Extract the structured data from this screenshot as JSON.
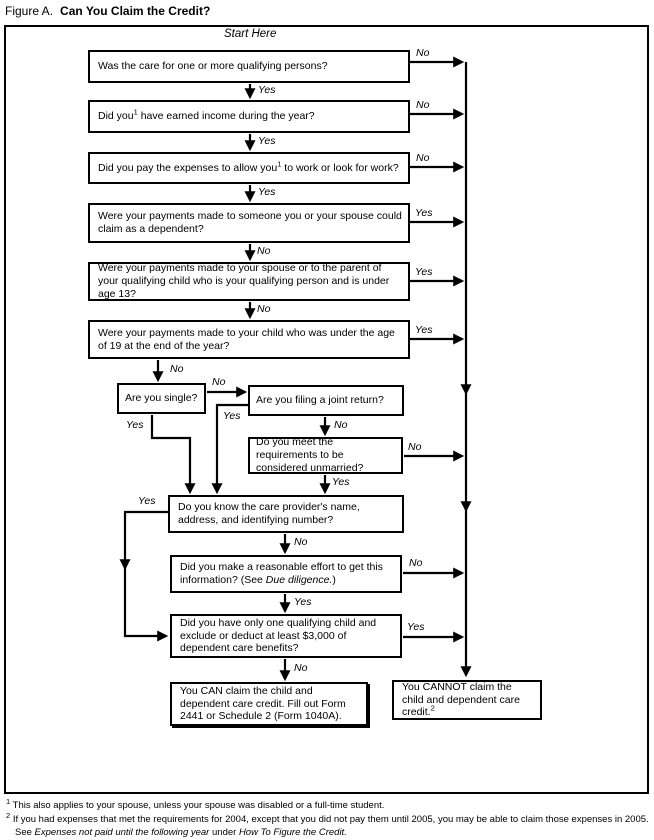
{
  "title": {
    "figure_label": "Figure A.",
    "title_text": "Can You Claim the Credit?"
  },
  "flowchart": {
    "start_label": "Start Here",
    "yes_label": "Yes",
    "no_label": "No",
    "questions": {
      "qualifying_persons": "Was the care for one or more qualifying persons?",
      "earned_income": {
        "pre": "Did you",
        "sup": "1",
        "post": " have earned income during the year?"
      },
      "pay_expenses": {
        "pre": "Did you pay the expenses to allow you",
        "sup": "1",
        "post": " to work or look for work?"
      },
      "dependent": "Were your payments made to someone you or your spouse could claim as a dependent?",
      "spouse_parent": "Were your payments made to your spouse or to the parent of your qualifying child who is your qualifying person and is under age 13?",
      "child_under_19": "Were your payments made to your child who was under the age of 19 at the end of the year?",
      "single": "Are you single?",
      "joint_return": "Are you filing a joint return?",
      "unmarried": "Do you meet the requirements to be considered unmarried?",
      "care_provider": "Do you know the care provider's name, address, and identifying number?",
      "effort": {
        "pre": "Did you make a reasonable effort to get this information? (See ",
        "italic": "Due diligence.",
        "post": ")"
      },
      "one_child": "Did you have only one qualifying child and exclude or deduct at least $3,000 of dependent care benefits?"
    },
    "outcomes": {
      "can": "You CAN claim the child and dependent care credit. Fill out Form 2441 or Schedule 2 (Form 1040A).",
      "cannot": {
        "text": "You CANNOT claim the child and dependent care credit.",
        "sup": "2"
      }
    }
  },
  "footnotes": {
    "fn1": {
      "sup": "1",
      "text": "This also applies to your spouse, unless your spouse was disabled or a full-time student."
    },
    "fn2": {
      "sup": "2",
      "pre": "If you had expenses that met the requirements for 2004, except that you did not pay them until 2005, you may be able to claim those expenses in 2005. See ",
      "italic1": "Expenses not paid until the following year",
      "mid": " under ",
      "italic2": "How To Figure the Credit."
    }
  },
  "colors": {
    "line": "#000000",
    "background": "#ffffff"
  }
}
